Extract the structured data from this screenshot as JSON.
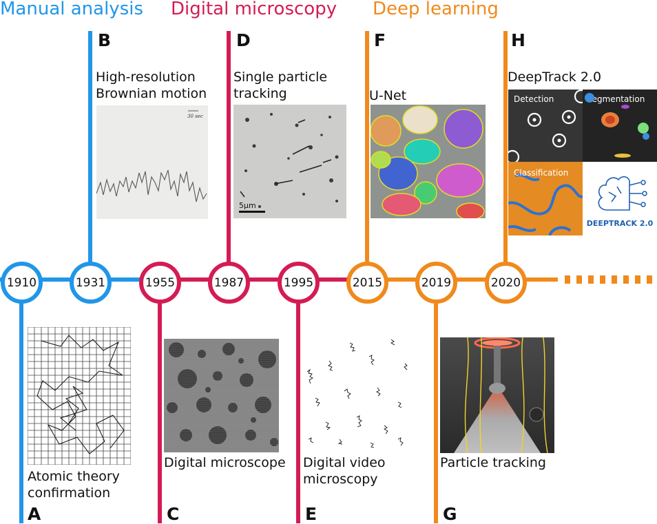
{
  "eras": [
    {
      "label": "Manual analysis",
      "color": "#2196e8"
    },
    {
      "label": "Digital microscopy",
      "color": "#d41c54"
    },
    {
      "label": "Deep learning",
      "color": "#f08a1c"
    }
  ],
  "years": [
    "1910",
    "1931",
    "1955",
    "1987",
    "1995",
    "2015",
    "2019",
    "2020"
  ],
  "panels": {
    "A": {
      "letter": "A",
      "caption_line1": "Atomic theory",
      "caption_line2": "confirmation"
    },
    "B": {
      "letter": "B",
      "caption_line1": "High-resolution",
      "caption_line2": "Brownian motion",
      "image_note": "30 sec"
    },
    "C": {
      "letter": "C",
      "caption": "Digital microscope"
    },
    "D": {
      "letter": "D",
      "caption_line1": "Single particle",
      "caption_line2": "tracking",
      "scale_label": "5µm"
    },
    "E": {
      "letter": "E",
      "caption_line1": "Digital video",
      "caption_line2": "microscopy"
    },
    "F": {
      "letter": "F",
      "caption": "U-Net"
    },
    "G": {
      "letter": "G",
      "caption": "Particle tracking"
    },
    "H": {
      "letter": "H",
      "caption": "DeepTrack 2.0",
      "sub_detection": "Detection",
      "sub_segmentation": "Segmentation",
      "sub_classification": "Classification",
      "logo_text": "DEEPTRACK 2.0"
    }
  }
}
